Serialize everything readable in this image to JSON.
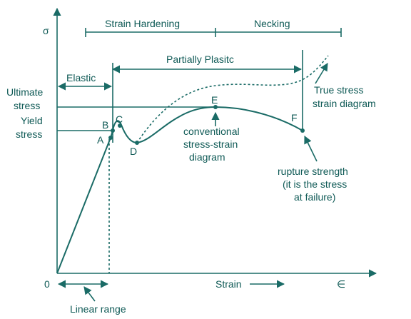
{
  "axes": {
    "y_symbol": "σ",
    "x_symbol": "∈",
    "origin": "0"
  },
  "labels": {
    "strain_hardening": "Strain Hardening",
    "necking": "Necking",
    "partially_plastic": "Partially Plasitc",
    "elastic": "Elastic",
    "ultimate_stress_1": "Ultimate",
    "ultimate_stress_2": "stress",
    "yield_stress_1": "Yield",
    "yield_stress_2": "stress",
    "true_stress_1": "True stress",
    "true_stress_2": "strain diagram",
    "conventional_1": "conventional",
    "conventional_2": "stress-strain",
    "conventional_3": "diagram",
    "rupture_1": "rupture strength",
    "rupture_2": "(it is the stress",
    "rupture_3": "at failure)",
    "strain": "Strain",
    "linear_range": "Linear range"
  },
  "points": {
    "A": "A",
    "B": "B",
    "C": "C",
    "D": "D",
    "E": "E",
    "F": "F"
  },
  "colors": {
    "ink": "#1a6b66",
    "text": "#0f5a56"
  }
}
